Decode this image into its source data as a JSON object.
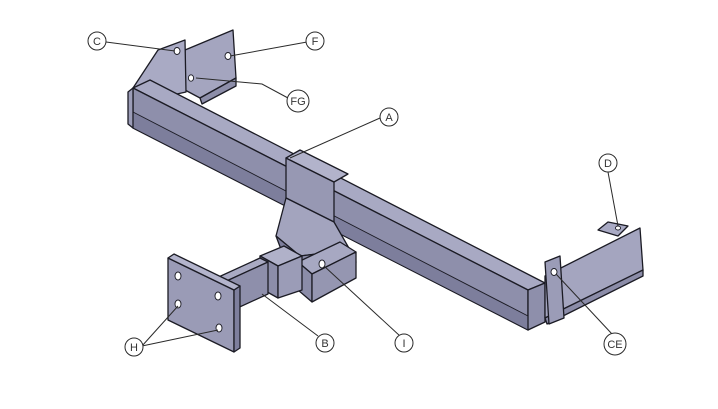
{
  "callouts": {
    "a": "A",
    "b": "B",
    "c": "C",
    "ce": "CE",
    "d": "D",
    "f": "F",
    "fg": "FG",
    "h": "H",
    "i": "I"
  },
  "colors": {
    "top_face": "#a8a9c3",
    "side_face": "#8e8fab",
    "shadow_face": "#6f7090",
    "plate_face": "#9a9bb6",
    "outline": "#1b1b24"
  }
}
